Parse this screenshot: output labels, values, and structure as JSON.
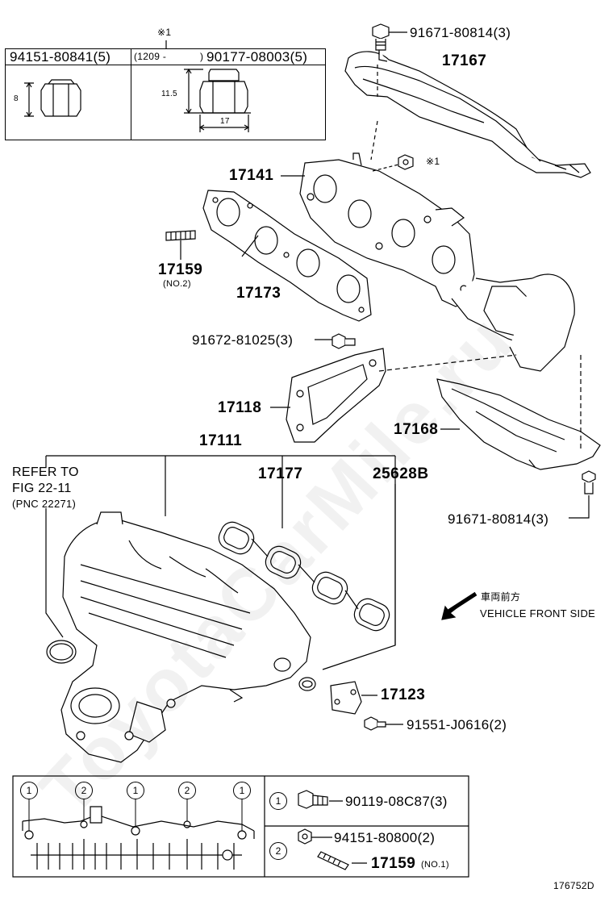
{
  "diagram_code": "176752D",
  "watermark": "ToyotaCarMile.ru",
  "legend": {
    "nut_note_mark": "※1",
    "nut_a_pn": "94151-80841(5)",
    "nut_a_dim": "8",
    "nut_b_date": "(1209 -",
    "nut_b_paren": ")",
    "nut_b_pn": "90177-08003(5)",
    "nut_b_height": "11.5",
    "nut_b_width": "17"
  },
  "parts": {
    "p_91671_top": "91671-80814(3)",
    "p_17167": "17167",
    "p_mark1": "※1",
    "p_17141": "17141",
    "p_17159": "17159",
    "p_17159_note": "(NO.2)",
    "p_17173": "17173",
    "p_91672": "91672-81025(3)",
    "p_17118": "17118",
    "p_17168": "17168",
    "p_17111": "17111",
    "p_17177": "17177",
    "p_25628b": "25628B",
    "p_91671_bottom": "91671-80814(3)",
    "p_17123": "17123",
    "p_91551": "91551-J0616(2)"
  },
  "refer": {
    "line1": "REFER TO",
    "line2": "FIG 22-11",
    "line3": "(PNC 22271)"
  },
  "direction": {
    "jp": "車両前方",
    "en": "VEHICLE FRONT SIDE"
  },
  "bottom_legend": {
    "markers": [
      "1",
      "2",
      "1",
      "2",
      "1"
    ],
    "row1_num": "1",
    "row1_pn": "90119-08C87(3)",
    "row2_num": "2",
    "row2_pn": "94151-80800(2)",
    "row3_pn": "17159",
    "row3_note": "(NO.1)"
  }
}
